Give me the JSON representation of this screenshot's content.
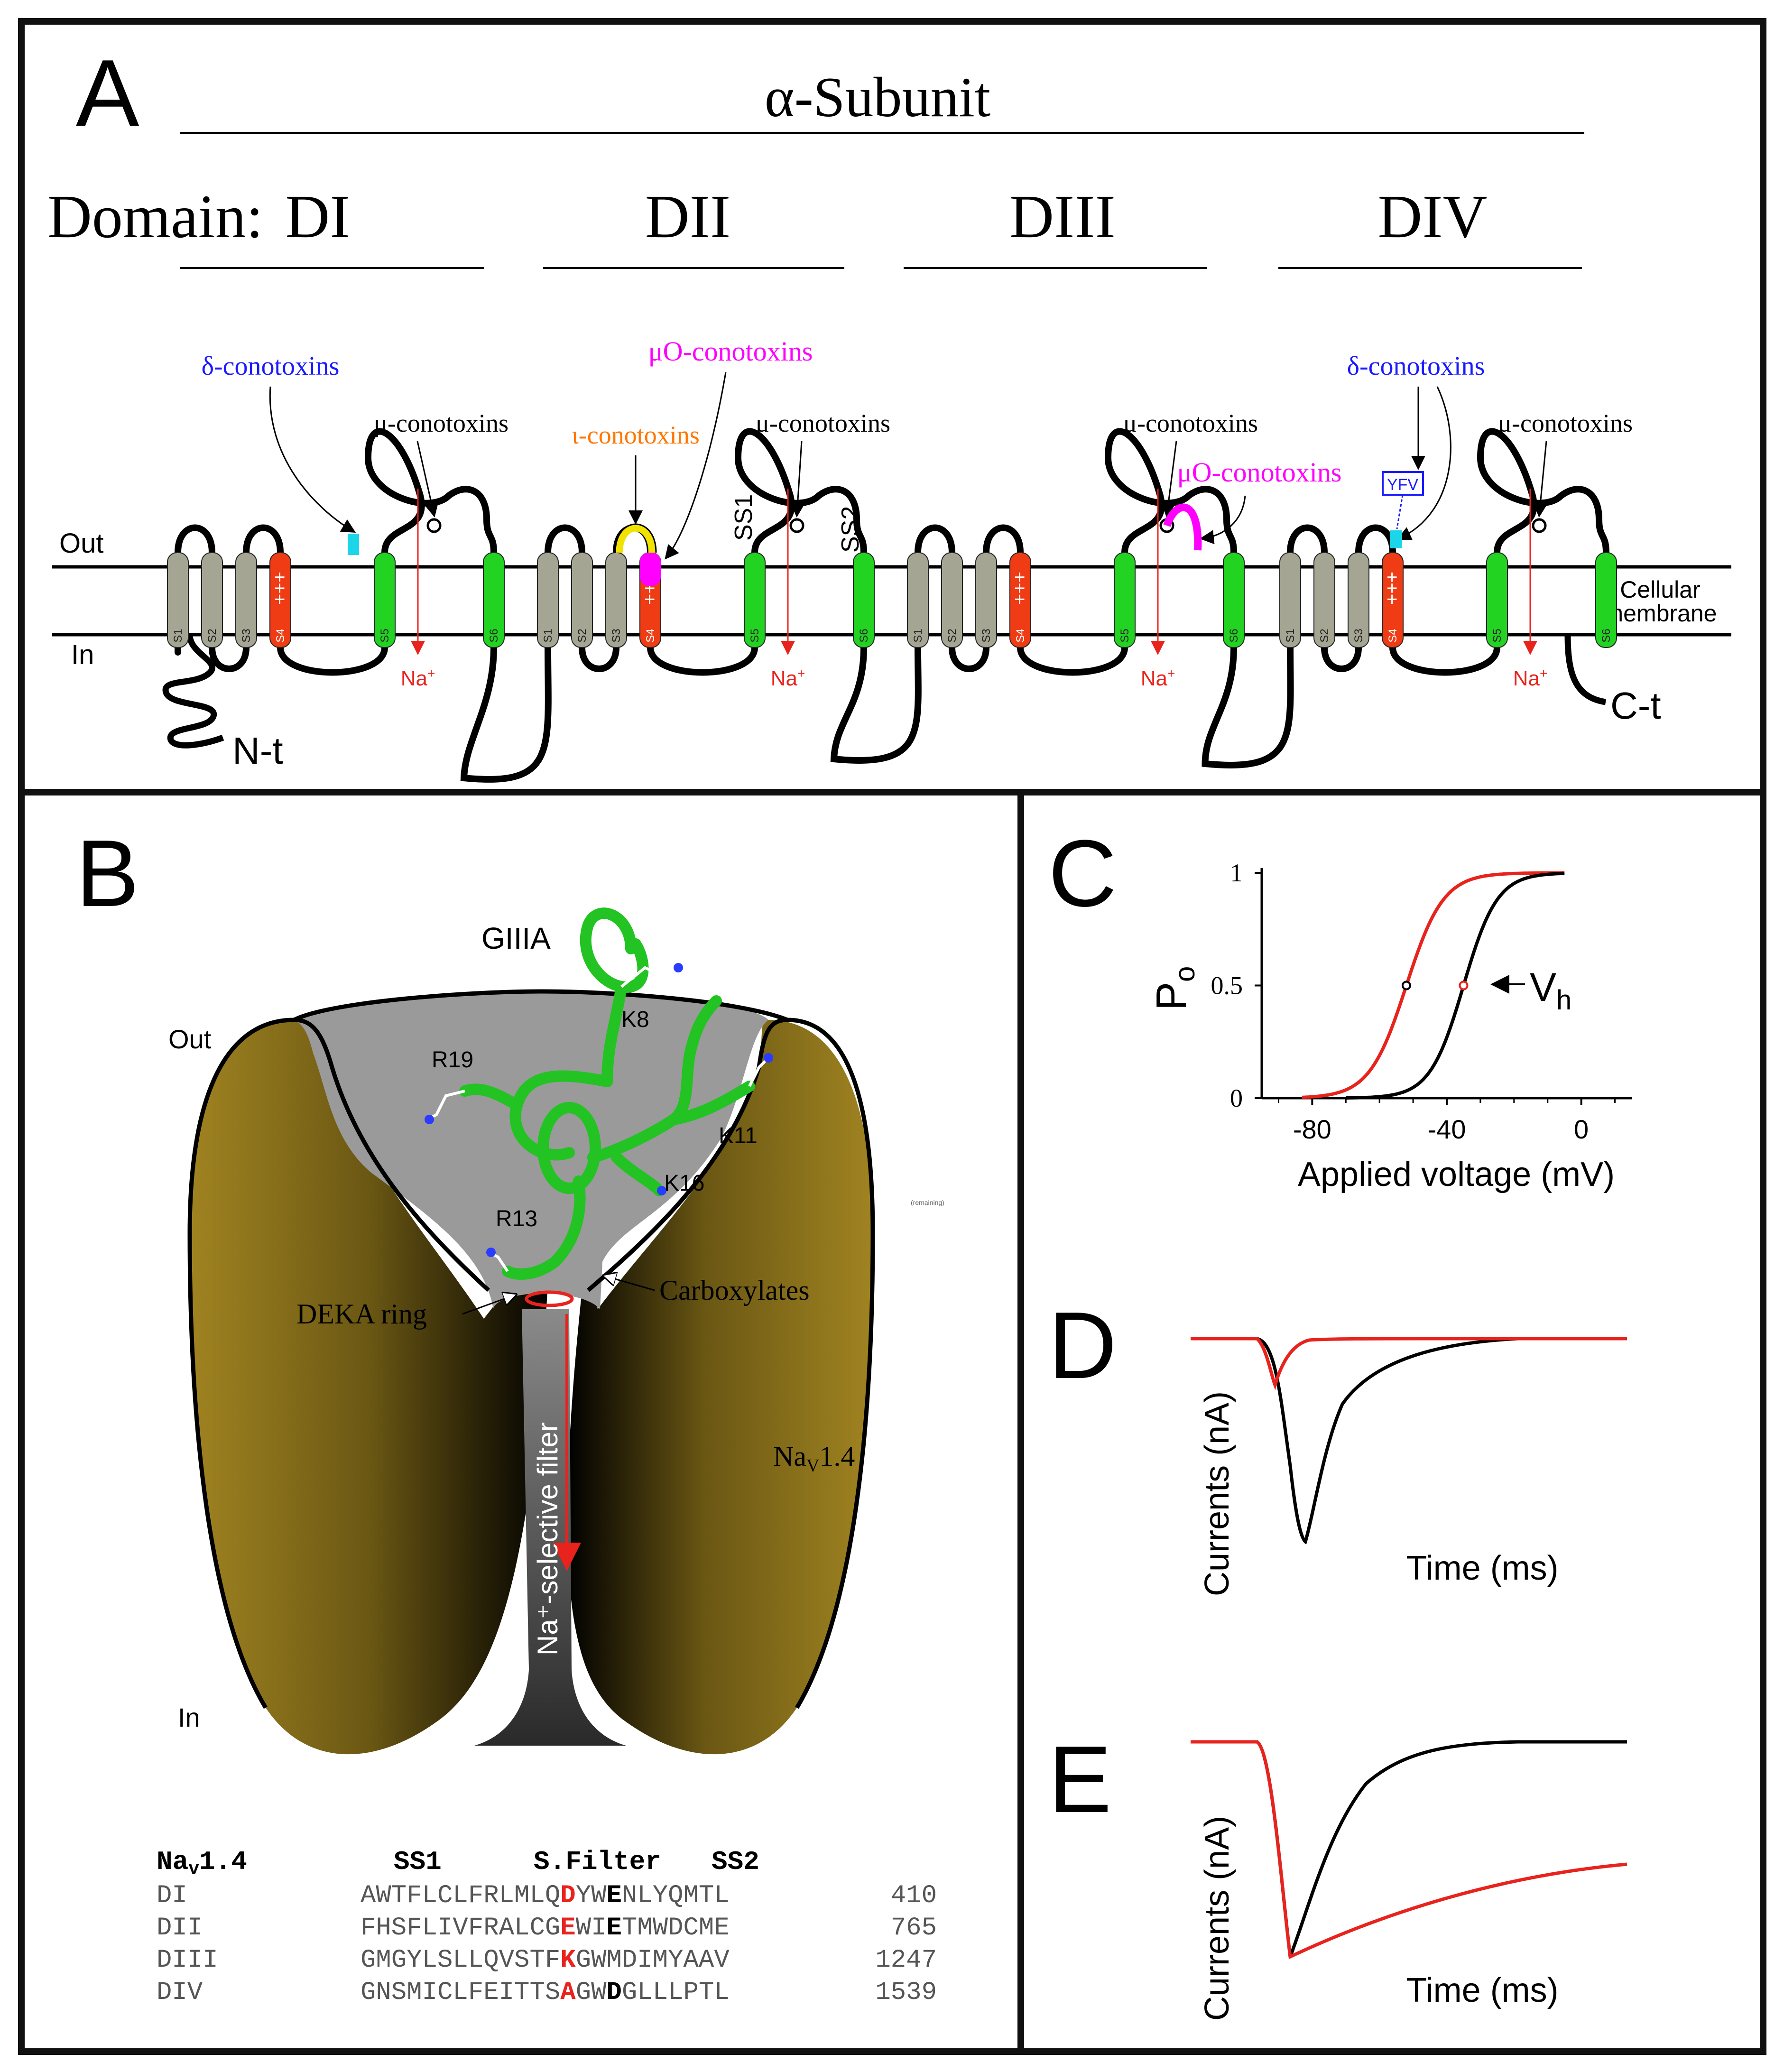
{
  "panelA": {
    "letter": "A",
    "title": "α-Subunit",
    "domain_label": "Domain:",
    "domains": [
      "DI",
      "DII",
      "DIII",
      "DIV"
    ],
    "out_label": "Out",
    "in_label": "In",
    "membrane_label_1": "Cellular",
    "membrane_label_2": "membrane",
    "segments": [
      "S1",
      "S2",
      "S3",
      "S4",
      "S5",
      "S6"
    ],
    "s4_charges": "+++",
    "nt_label": "N-t",
    "ct_label": "C-t",
    "na_label": "Na",
    "na_sup": "+",
    "ss1_label": "SS1",
    "ss2_label": "SS2",
    "yfv_label": "YFV",
    "toxins": {
      "delta": "δ-conotoxins",
      "mu": "μ-conotoxins",
      "muO": "μO-conotoxins",
      "iota": "ι-conotoxins"
    },
    "colors": {
      "segment_gray": "#a5a593",
      "s4_red": "#f03c14",
      "s56_green": "#22d322",
      "delta_blue": "#1a1aff",
      "muO_magenta": "#ff00ff",
      "iota_orange": "#ff7700",
      "cyan": "#1ad6e8",
      "yellow": "#f2e200"
    }
  },
  "panelB": {
    "letter": "B",
    "ligand": "GIIIA",
    "out_label": "Out",
    "in_label": "In",
    "residues": [
      "K8",
      "R19",
      "K11",
      "K16",
      "R13"
    ],
    "deka": "DEKA ring",
    "carboxylates": "Carboxylates",
    "filter": "Na⁺-selective filter",
    "channel_main": "Na",
    "channel_sub": "V",
    "channel_tail": "1.4",
    "remaining": "(remaining)",
    "colors": {
      "body": "#8a7118",
      "vestibule": "#9a9a9a",
      "ligand": "#22c322",
      "arrow": "#e8231d"
    },
    "seq_header": {
      "channel_main": "Na",
      "channel_sub": "v",
      "channel_tail": "1.4",
      "ss1": "SS1",
      "sfilter": "S.Filter",
      "ss2": "SS2"
    },
    "sequences": [
      {
        "domain": "DI",
        "pre": "AWTFLCLFRLMLQ",
        "key": "D",
        "mid": "YW",
        "key2": "E",
        "post": "NLYQMTL",
        "num": "410"
      },
      {
        "domain": "DII",
        "pre": "FHSFLIVFRALCG",
        "key": "E",
        "mid": "WI",
        "key2": "E",
        "post": "TMWDCME",
        "num": "765"
      },
      {
        "domain": "DIII",
        "pre": "GMGYLSLLQVSTF",
        "key": "K",
        "mid": "GW",
        "key2": "M",
        "post": "DIMYAAV",
        "num": "1247"
      },
      {
        "domain": "DIV",
        "pre": "GNSMICLFEITTS",
        "key": "A",
        "mid": "GW",
        "key2": "D",
        "post": "GLLLPTL",
        "num": "1539"
      }
    ]
  },
  "panelC": {
    "letter": "C",
    "ylabel_main": "P",
    "ylabel_sub": "o",
    "xlabel": "Applied voltage (mV)",
    "vh_main": "V",
    "vh_sub": "h",
    "chart_data": {
      "type": "line",
      "x_ticks": [
        "-80",
        "-40",
        "0"
      ],
      "y_ticks": [
        "0",
        "0.5",
        "1"
      ],
      "xlim": [
        -95,
        15
      ],
      "ylim": [
        0,
        1
      ],
      "series": [
        {
          "color": "#e8231d",
          "vh": -52,
          "slope": 5.5,
          "x_start": -83,
          "x_end": -5
        },
        {
          "color": "#000000",
          "vh": -35,
          "slope": 5.0,
          "x_start": -70,
          "x_end": -5
        }
      ]
    }
  },
  "panelD": {
    "letter": "D",
    "ylabel": "Currents (nA)",
    "xlabel": "Time (ms)"
  },
  "panelE": {
    "letter": "E",
    "ylabel": "Currents (nA)",
    "xlabel": "Time (ms)"
  }
}
